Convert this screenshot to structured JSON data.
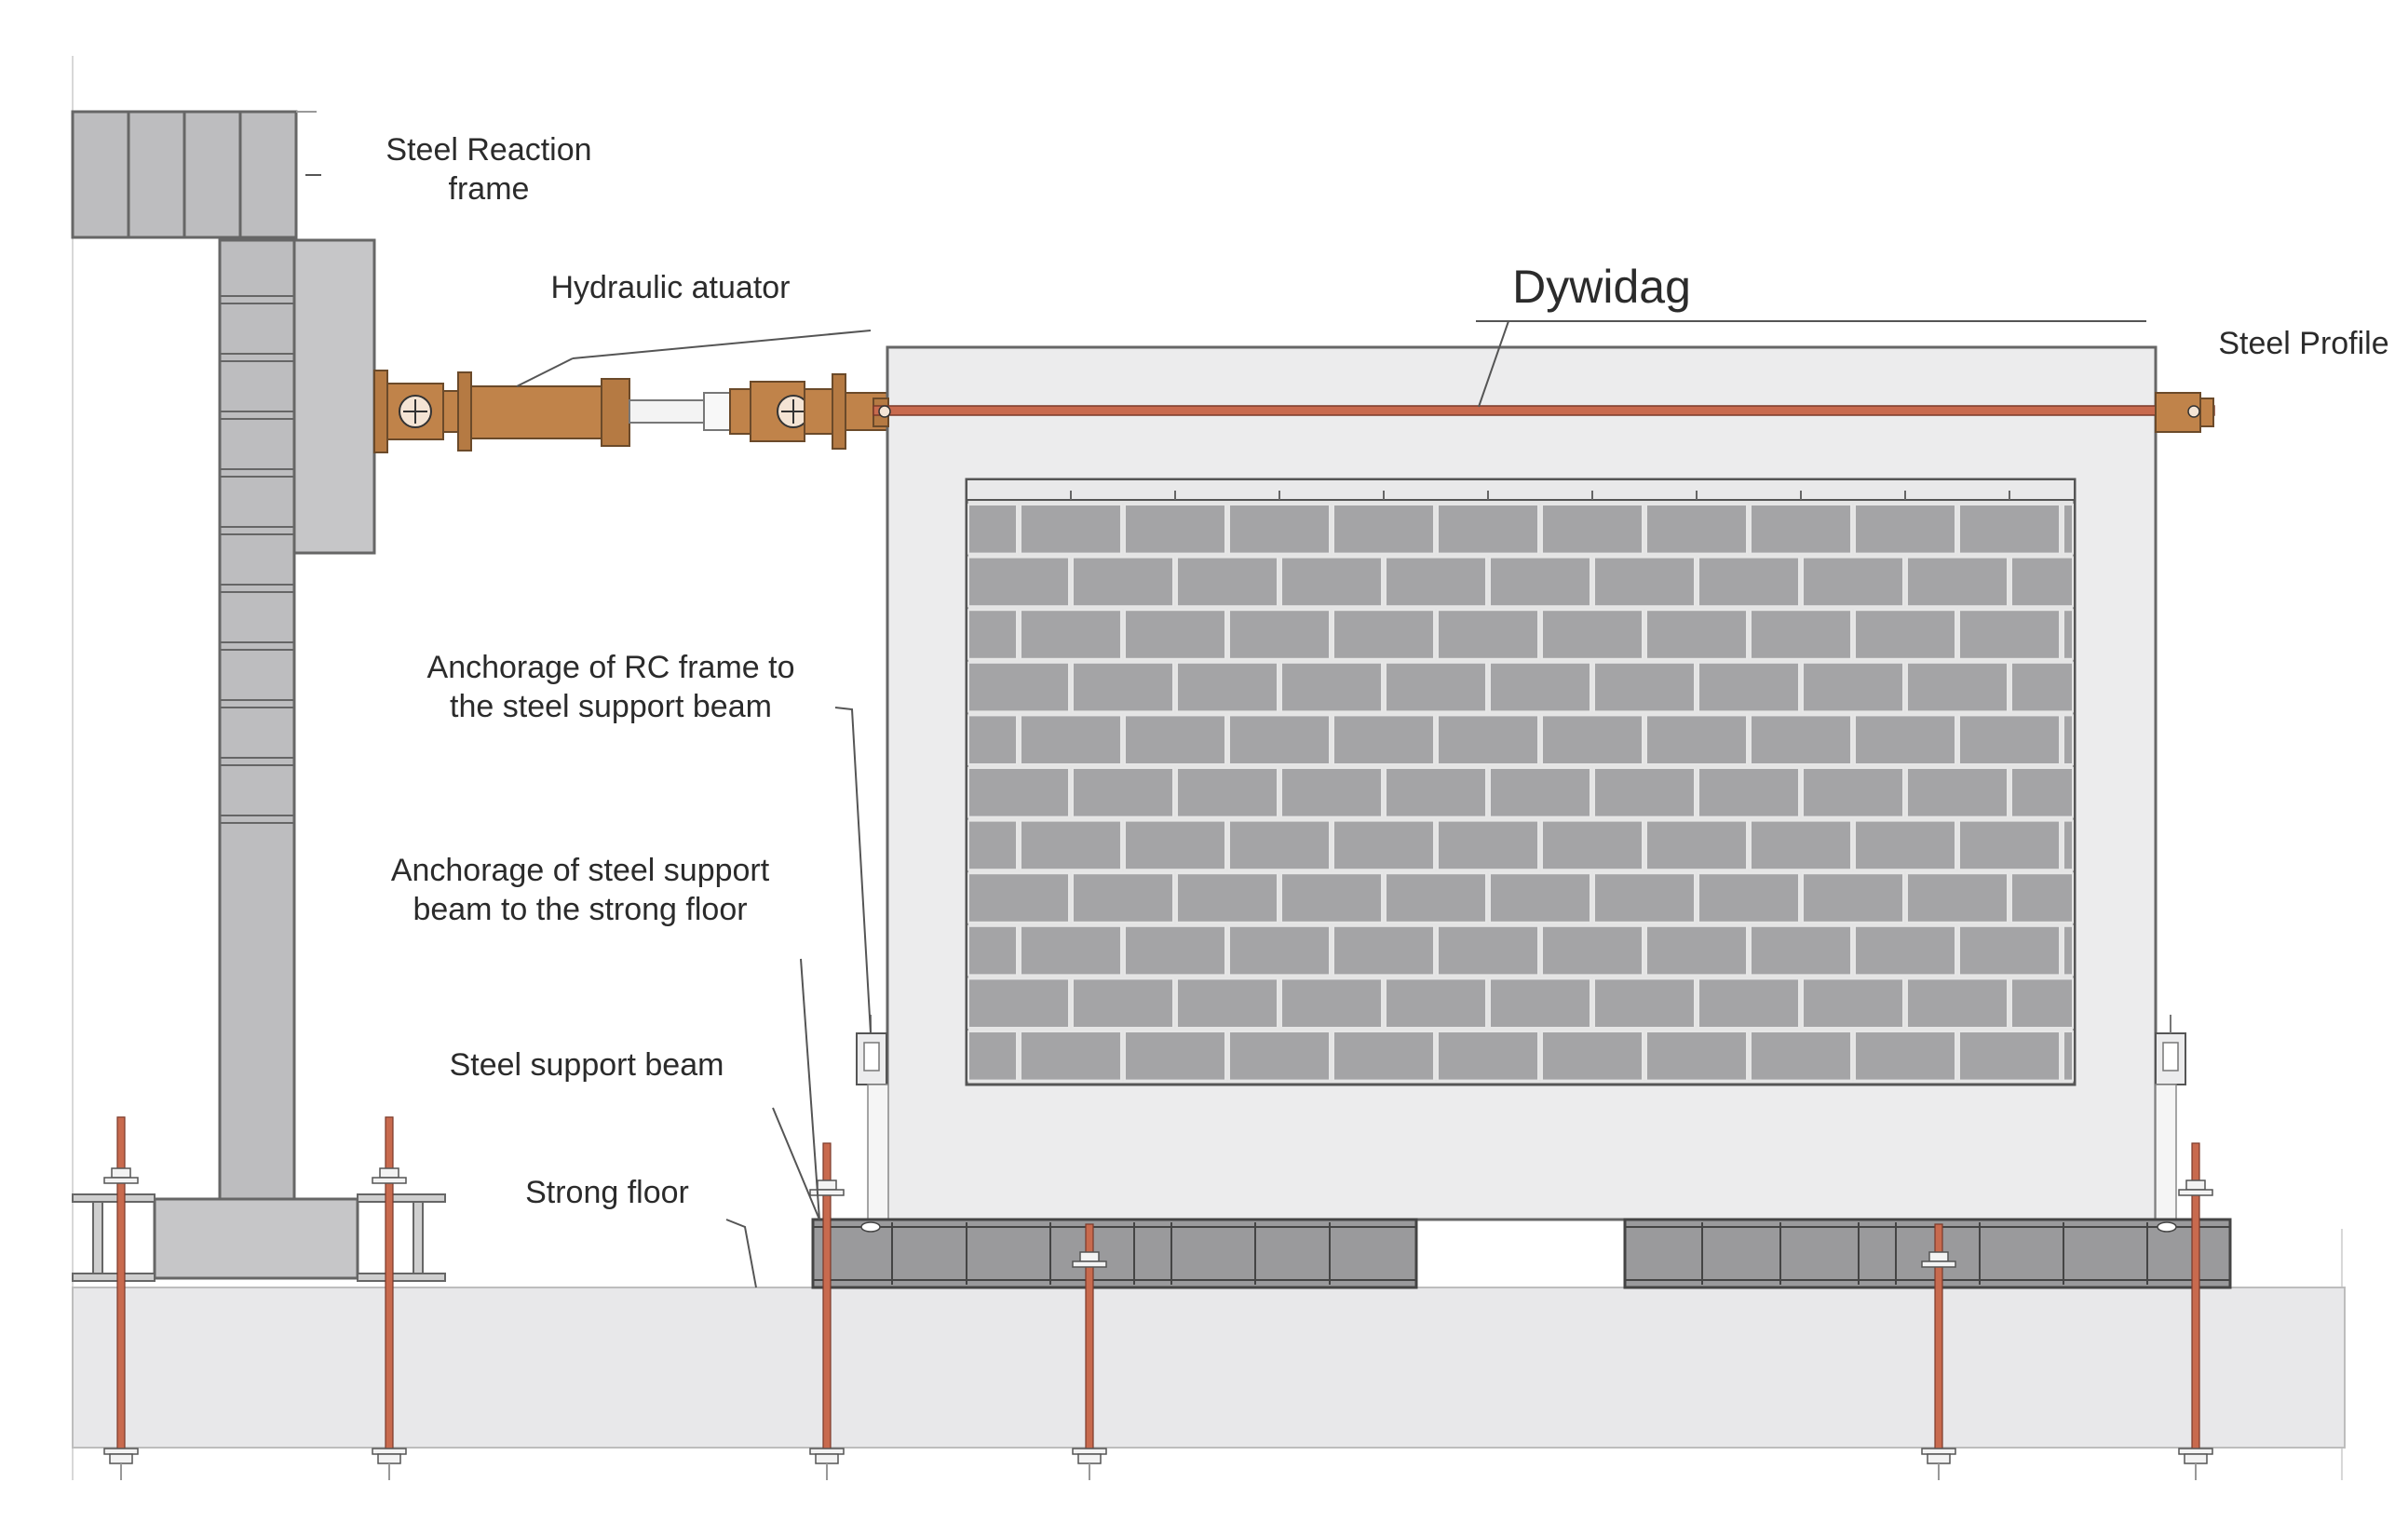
{
  "labels": {
    "reaction_frame_line1": "Steel Reaction",
    "reaction_frame_line2": "frame",
    "actuator": "Hydraulic atuator",
    "dywidag": "Dywidag",
    "steel_profile": "Steel Profile",
    "anchor_rc_line1": "Anchorage of RC frame to",
    "anchor_rc_line2": "the steel support beam",
    "anchor_steel_line1": "Anchorage of steel support",
    "anchor_steel_line2": "beam to the strong floor",
    "support_beam": "Steel support beam",
    "strong_floor": "Strong floor"
  },
  "colors": {
    "steel_fill": "#bdbdbf",
    "steel_dark": "#8e8e8e",
    "concrete": "#ececed",
    "brick": "#a4a4a6",
    "mortar": "#e6e6e6",
    "actuator": "#c0834a",
    "rod": "#c86a4e",
    "floor": "#e8e8ea",
    "outline": "#555555"
  }
}
